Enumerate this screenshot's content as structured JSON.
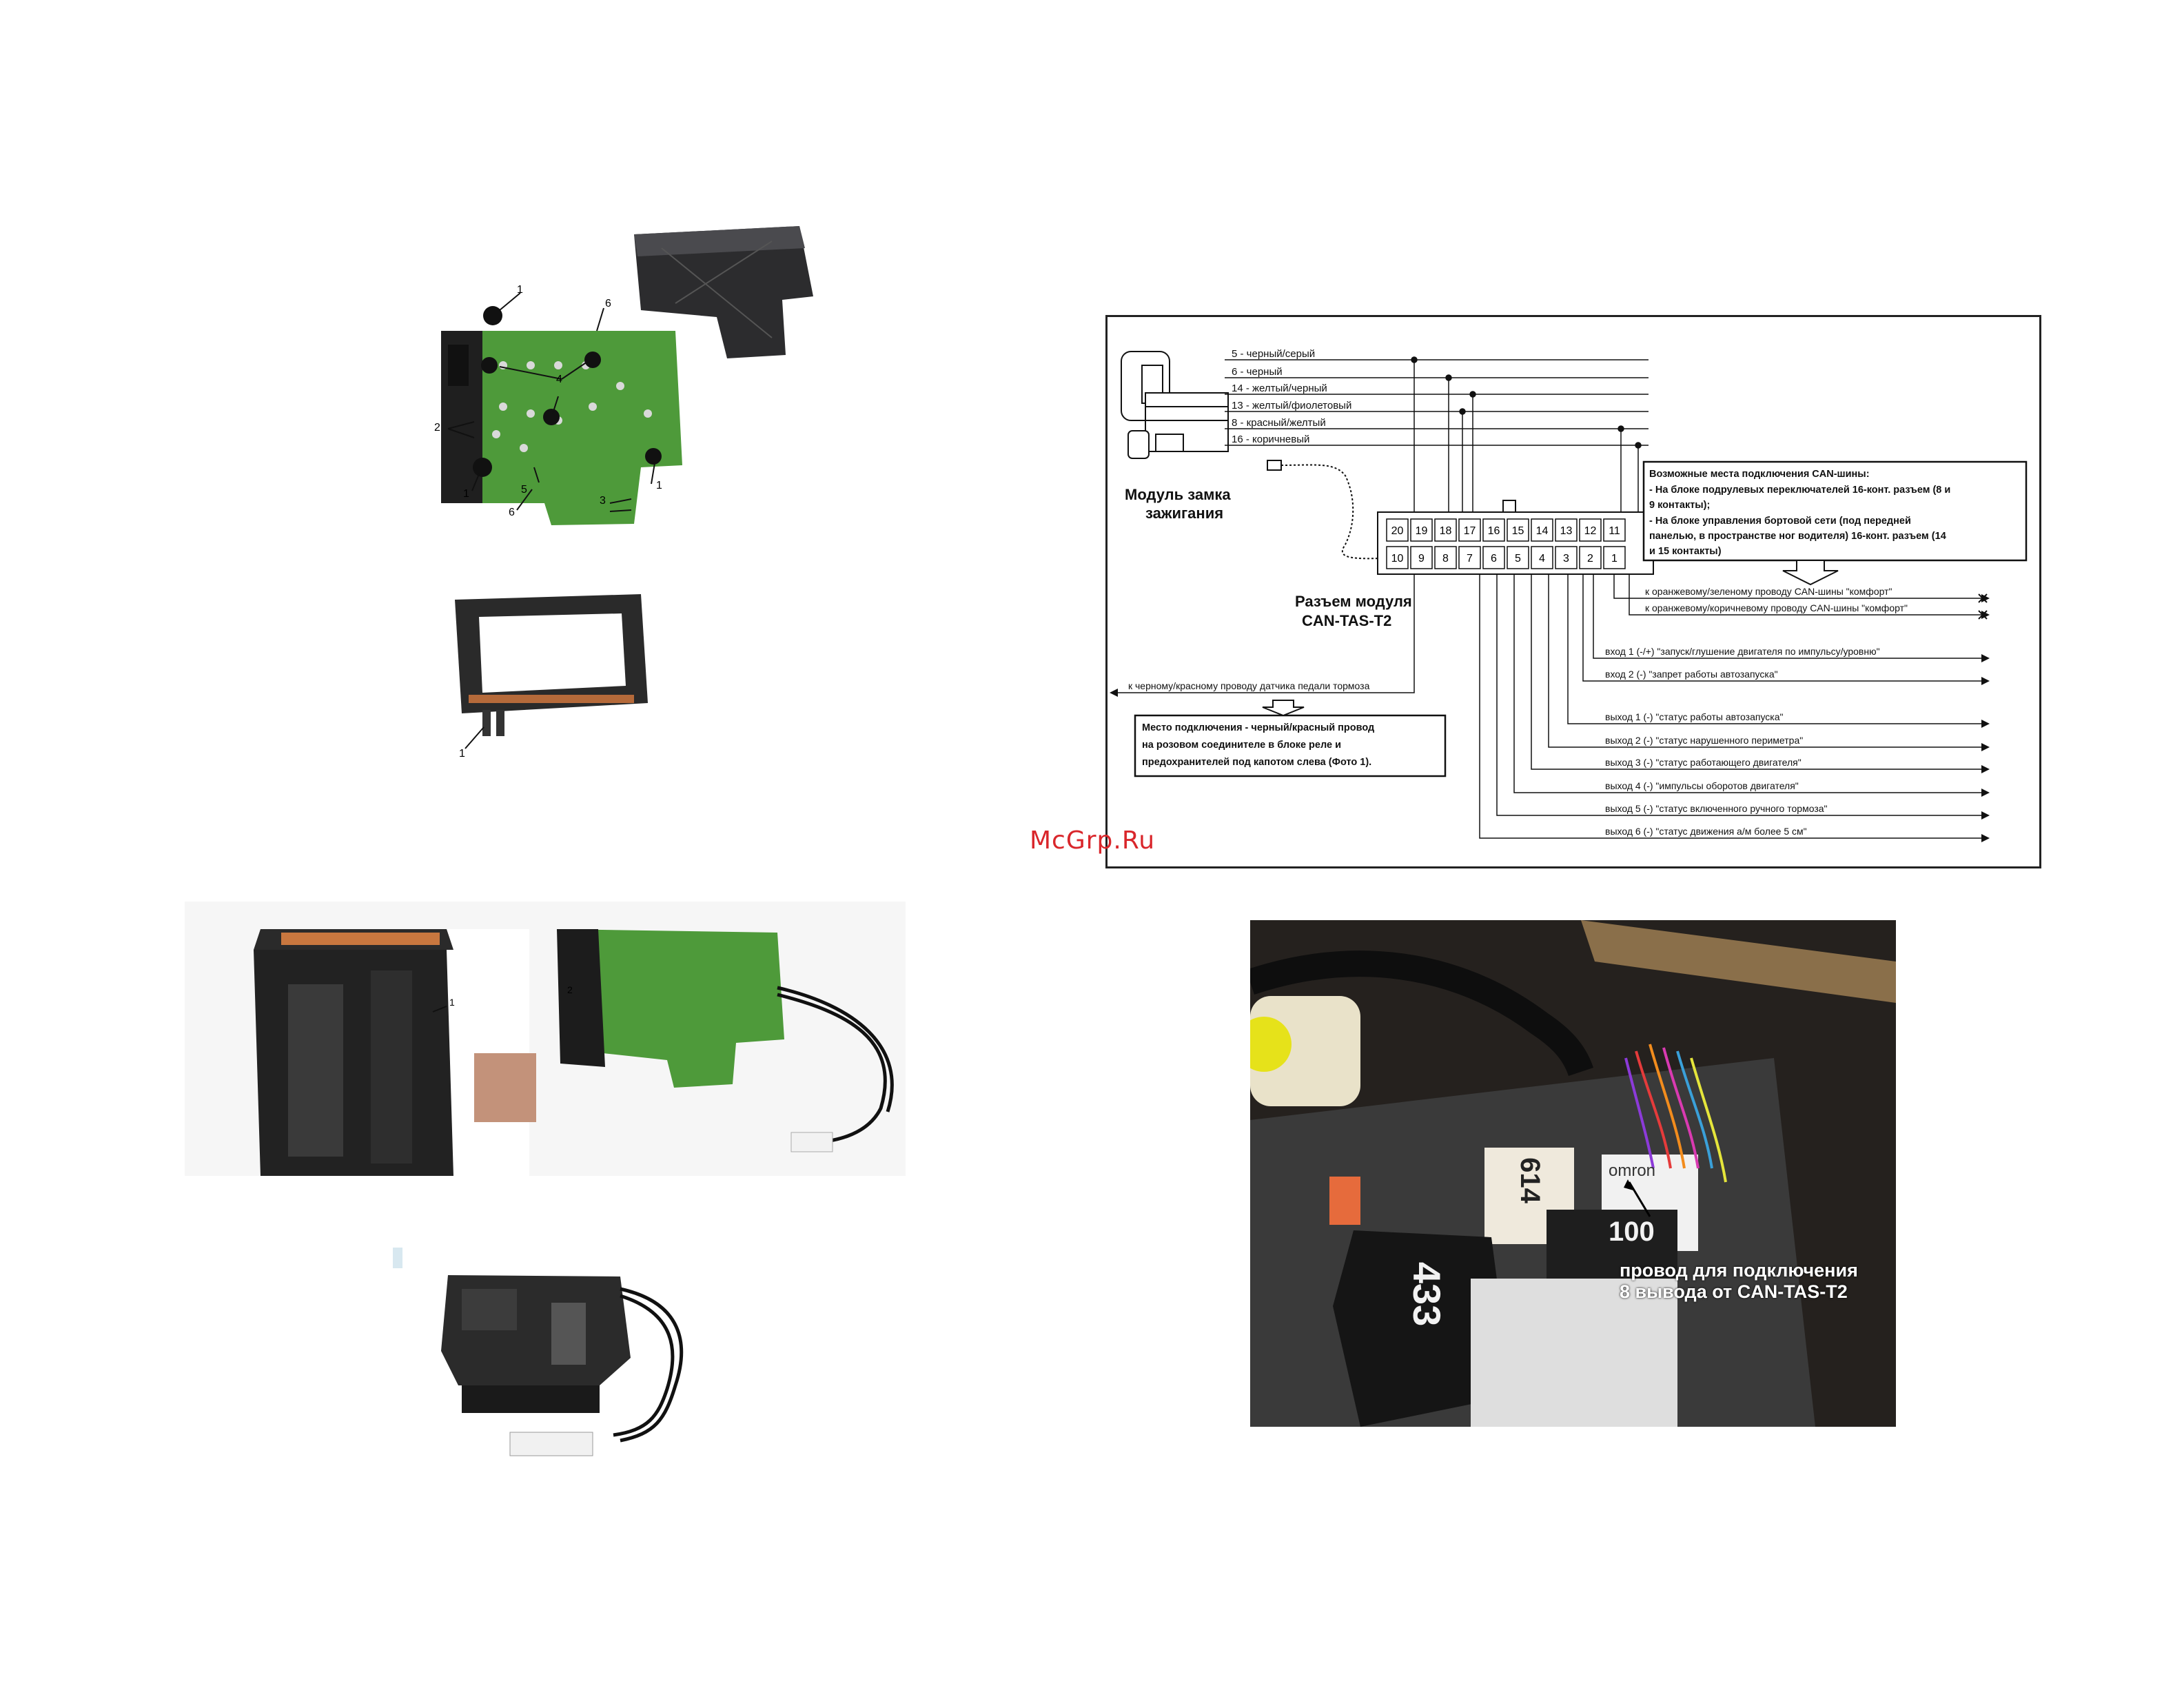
{
  "photos": {
    "board_callouts": [
      "1",
      "6",
      "4",
      "2",
      "1",
      "5",
      "6",
      "1",
      "3"
    ],
    "coil_callout": "1",
    "assembly_callouts": [
      "1",
      "2"
    ]
  },
  "diagram": {
    "module_title_line1": "Модуль замка",
    "module_title_line2": "зажигания",
    "connector_title_line1": "Разъем модуля",
    "connector_title_line2": "CAN-TAS-T2",
    "wires": [
      "5 - черный/серый",
      "6 - черный",
      "14 - желтый/черный",
      "13 - желтый/фиолетовый",
      "8 - красный/желтый",
      "16 - коричневый"
    ],
    "pins_top": [
      "20",
      "19",
      "18",
      "17",
      "16",
      "15",
      "14",
      "13",
      "12",
      "11"
    ],
    "pins_bottom": [
      "10",
      "9",
      "8",
      "7",
      "6",
      "5",
      "4",
      "3",
      "2",
      "1"
    ],
    "can_box": {
      "title": "Возможные места подключения CAN-шины:",
      "lines": [
        "- На блоке подрулевых переключателей 16-конт. разъем (8 и",
        "  9 контакты);",
        "- На блоке управления бортовой сети (под передней",
        "  панелью, в пространстве ног водителя) 16-конт. разъем (14",
        "  и 15 контакты)"
      ]
    },
    "can_lines": [
      "к оранжевому/зеленому проводу CAN-шины \"комфорт\"",
      "к оранжевому/коричневому проводу CAN-шины \"комфорт\""
    ],
    "inputs": [
      "вход 1 (-/+) \"запуск/глушение двигателя по импульсу/уровню\"",
      "вход 2 (-) \"запрет работы автозапуска\""
    ],
    "brake_line": "к черному/красному проводу датчика педали тормоза",
    "brake_box": [
      "Место подключения - черный/красный провод",
      "на розовом соединителе в блоке реле и",
      "предохранителей под капотом слева (Фото 1)."
    ],
    "outputs": [
      "выход 1 (-) \"статус работы автозапуска\"",
      "выход 2 (-) \"статус нарушенного периметра\"",
      "выход 3 (-) \"статус работающего двигателя\"",
      "выход 4 (-) \"импульсы оборотов двигателя\"",
      "выход 5 (-) \"статус включенного ручного тормоза\"",
      "выход 6 (-) \"статус движения а/м более 5 см\""
    ]
  },
  "watermark": "McGrp.Ru",
  "engine_photo": {
    "caption_line1": "провод для подключения",
    "caption_line2": "8 вывода от CAN-TAS-T2",
    "relay_labels": [
      "614",
      "100",
      "433"
    ],
    "relay_brand": "omron"
  }
}
